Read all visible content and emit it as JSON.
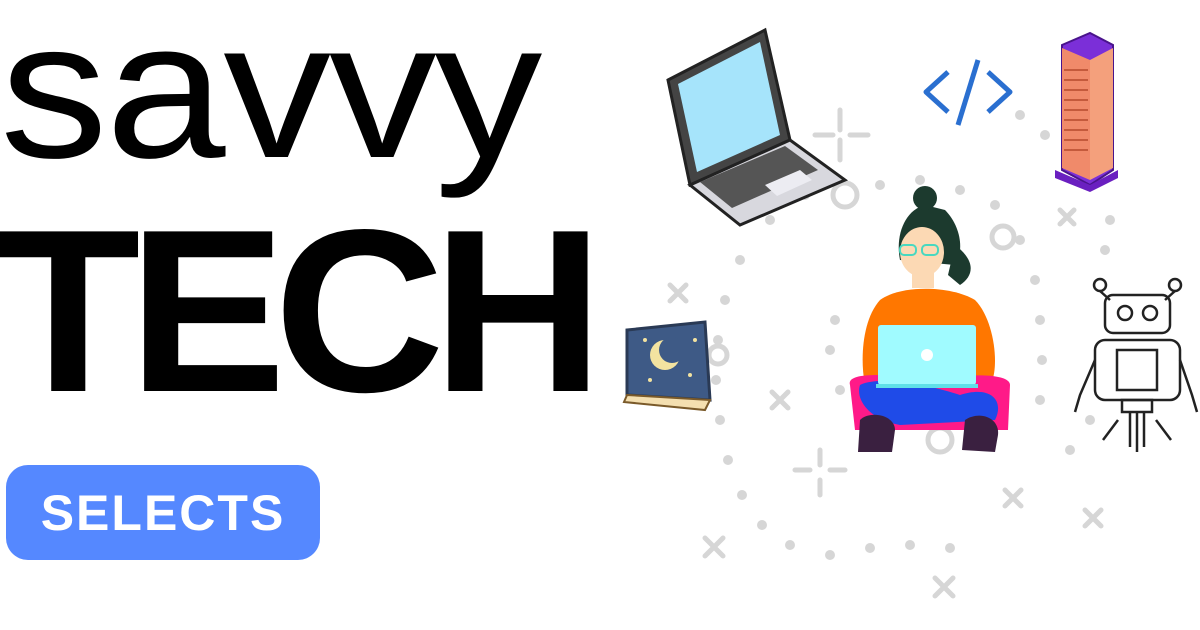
{
  "headline": {
    "line1": "savvy",
    "line2": "TECH"
  },
  "badge": {
    "label": "SELECTS",
    "color": "#5588ff"
  },
  "illustration": {
    "icons": [
      "laptop-icon",
      "code-tag-icon",
      "skyscraper-icon",
      "book-icon",
      "robot-icon",
      "woman-with-laptop-illustration"
    ],
    "colors": {
      "sweater": "#ff7700",
      "screen": "#a0fbff",
      "pants": "#1f4be8",
      "cushion": "#ff1a88",
      "hair": "#1c3a2e",
      "building": "#f08a6a"
    }
  }
}
